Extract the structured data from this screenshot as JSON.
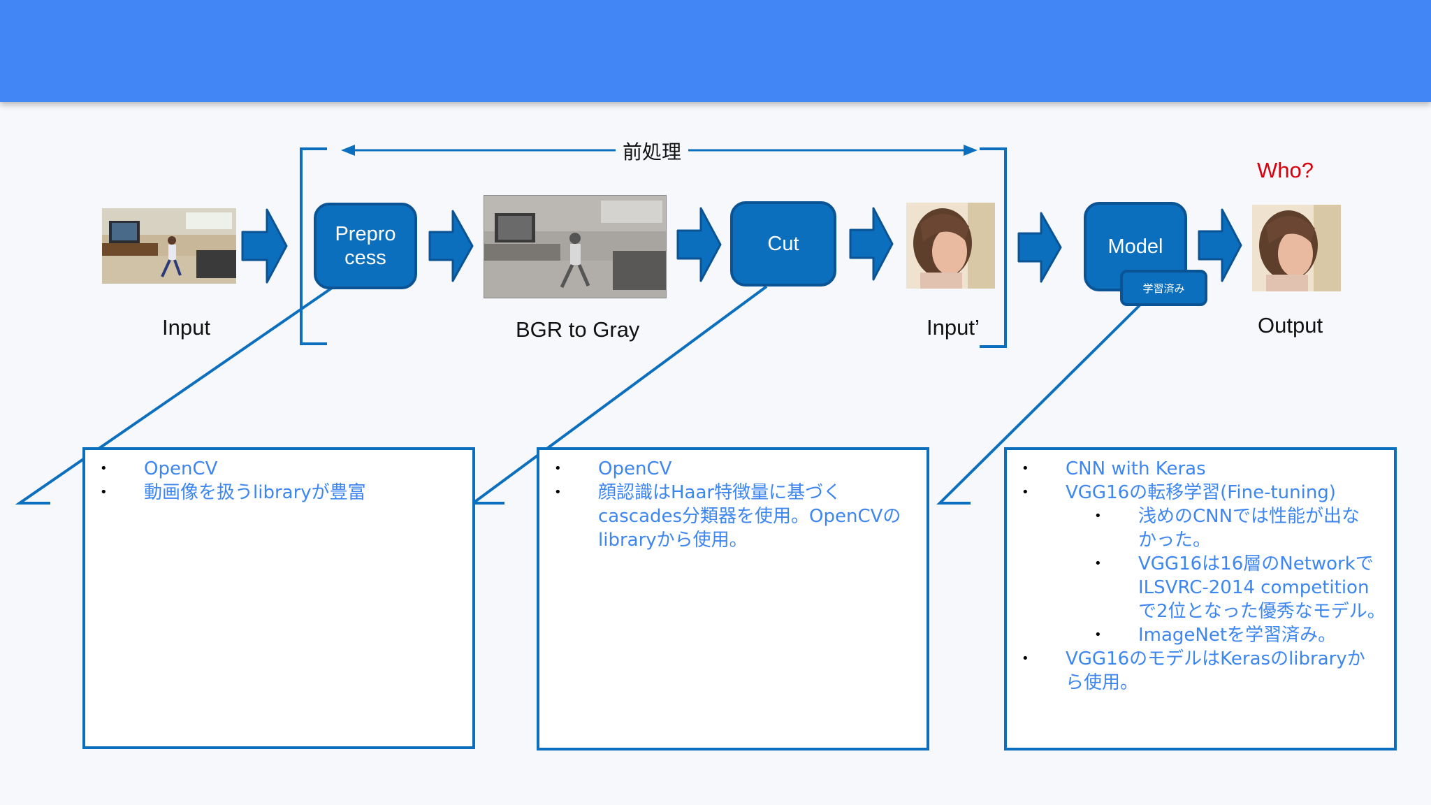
{
  "diagram": {
    "preprocess_title": "前処理",
    "nodes": {
      "preprocess": "Prepro\ncess",
      "cut": "Cut",
      "model": "Model",
      "model_badge": "学習済み"
    },
    "labels": {
      "input": "Input",
      "bgr_to_gray": "BGR to Gray",
      "input_prime": "Input’",
      "output": "Output",
      "who": "Who?"
    }
  },
  "panels": {
    "preprocess": {
      "items": [
        "OpenCV",
        "動画像を扱うlibraryが豊富"
      ]
    },
    "cut": {
      "items": [
        "OpenCV",
        "顔認識はHaar特徴量に基づく\ncascades分類器を使用。OpenCVの\nlibraryから使用。"
      ]
    },
    "model": {
      "items": [
        "CNN with Keras",
        "VGG16の転移学習(Fine-tuning)",
        "浅めのCNNでは性能が出な\nかった。",
        "VGG16は16層のNetworkで\nILSVRC-2014 competition\nで2位となった優秀なモデル。",
        "ImageNetを学習済み。",
        "VGG16のモデルはKerasのlibraryか\nら使用。"
      ]
    }
  },
  "colors": {
    "header": "#4285f4",
    "node_fill": "#0b6fbe",
    "node_border": "#0a5394",
    "panel_text": "#3d86f0",
    "who_text": "#d9000d"
  }
}
